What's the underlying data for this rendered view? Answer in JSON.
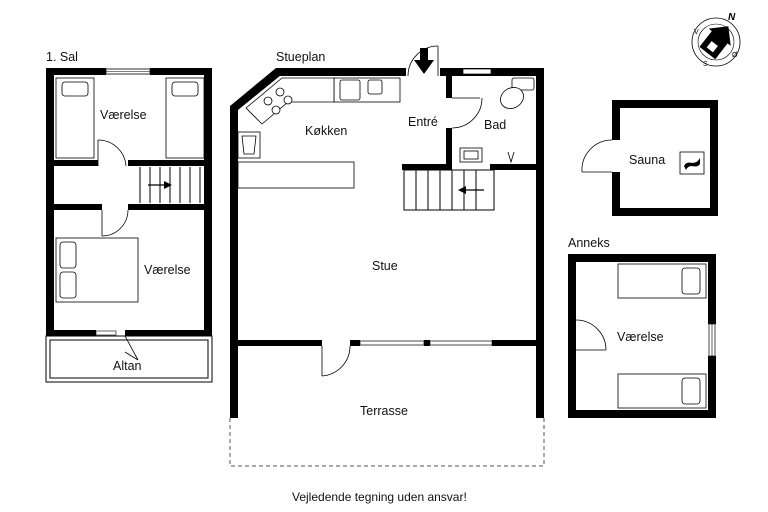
{
  "labels": {
    "floor_first": "1. Sal",
    "floor_ground": "Stueplan",
    "annex": "Anneks",
    "room_bedroom_upper1": "Værelse",
    "room_bedroom_upper2": "Værelse",
    "balcony": "Altan",
    "kitchen": "Køkken",
    "entry": "Entré",
    "bath": "Bad",
    "living": "Stue",
    "terrace": "Terrasse",
    "sauna": "Sauna",
    "room_bedroom_annex": "Værelse"
  },
  "compass": {
    "north": "N",
    "south": "S",
    "east": "Ø",
    "west": "V"
  },
  "footer": {
    "disclaimer": "Vejledende tegning uden ansvar!"
  }
}
